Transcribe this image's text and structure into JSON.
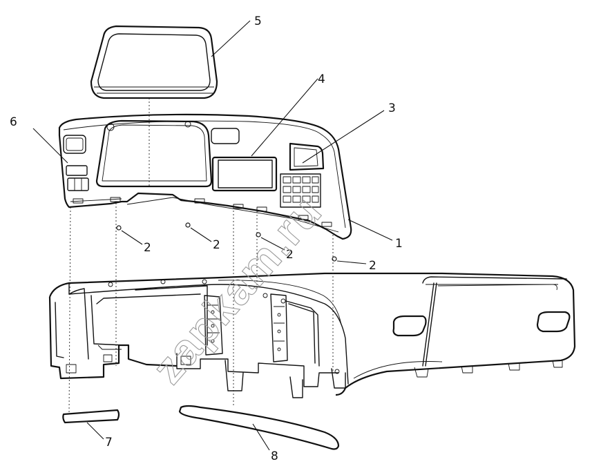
{
  "diagram": {
    "callouts": {
      "c1": "1",
      "c2a": "2",
      "c2b": "2",
      "c2c": "2",
      "c2d": "2",
      "c3": "3",
      "c4": "4",
      "c5": "5",
      "c6": "6",
      "c7": "7",
      "c8": "8"
    },
    "watermark": "zapkam.ru"
  }
}
